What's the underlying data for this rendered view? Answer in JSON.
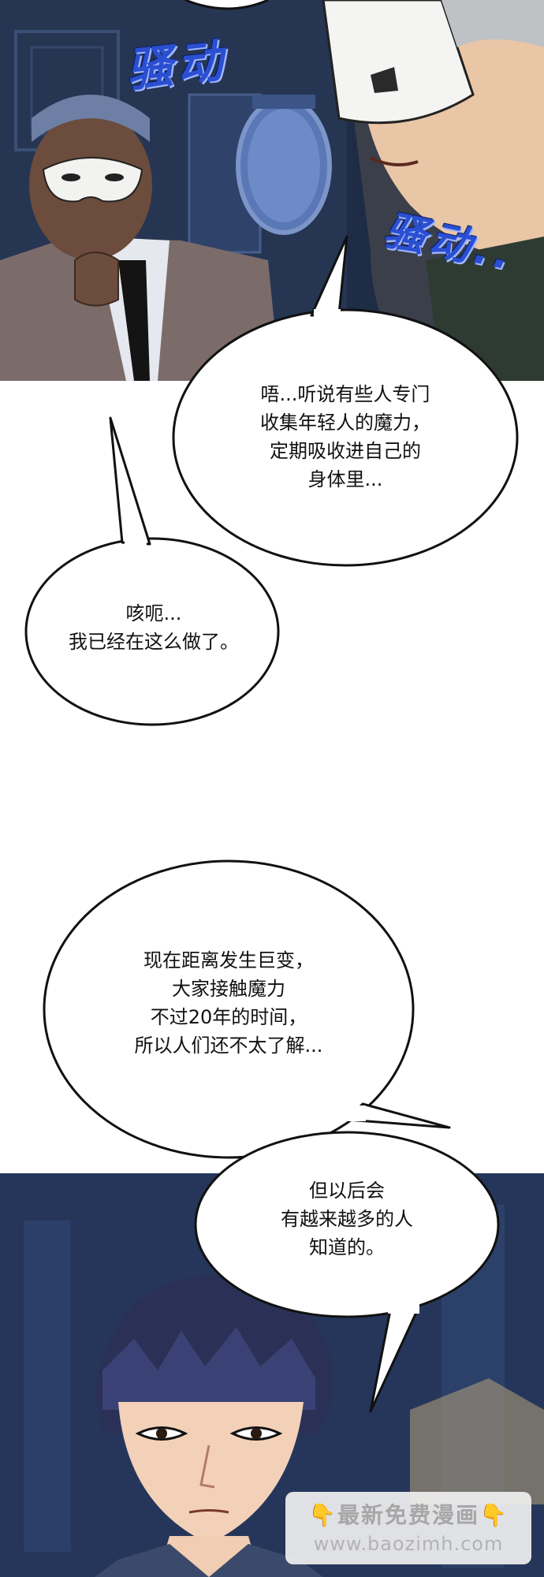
{
  "sfx": {
    "top": "骚动",
    "right": "骚动.."
  },
  "bubbles": {
    "rumor": "唔...听说有些人专门\n收集年轻人的魔力，\n定期吸收进自己的\n身体里...",
    "reply": "咳呃...\n我已经在这么做了。",
    "explain": "现在距离发生巨变，\n大家接触魔力\n不过20年的时间，\n所以人们还不太了解...",
    "future": "但以后会\n有越来越多的人\n知道的。"
  },
  "watermark": {
    "hand_left": "👇",
    "title": "最新免费漫画",
    "hand_right": "👇",
    "site": "www.baozimh.com"
  }
}
